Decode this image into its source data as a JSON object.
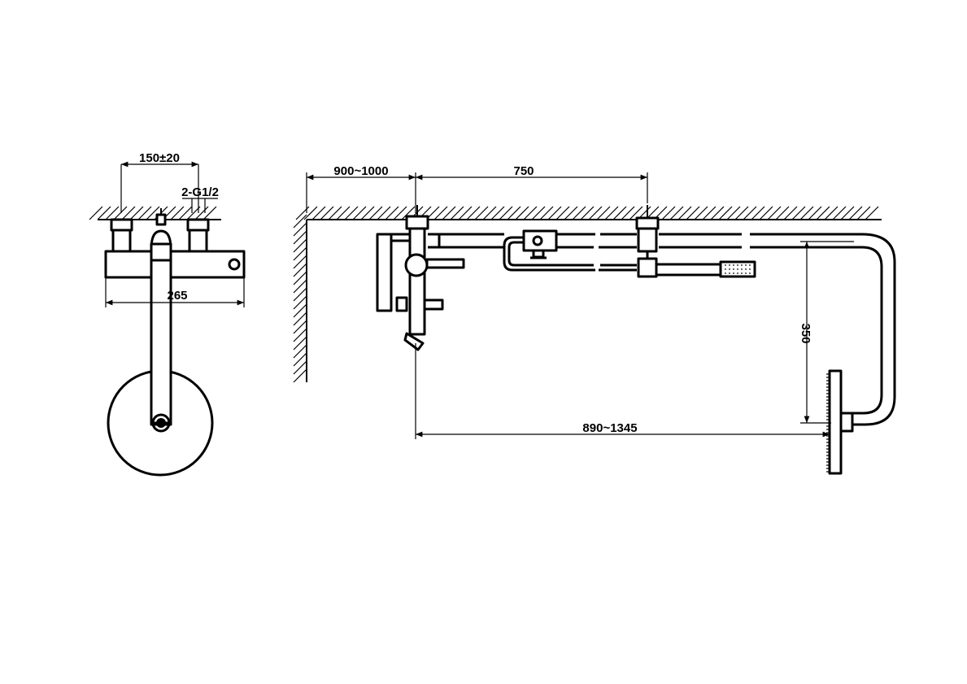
{
  "dimensions": {
    "inlet_spacing": "150±20",
    "thread_spec": "2-G1/2",
    "body_width": "265",
    "spout_reach": "900~1000",
    "bar_spacing": "750",
    "head_height": "350",
    "arm_reach": "890~1345"
  },
  "colors": {
    "line": "#000000",
    "background": "#ffffff"
  }
}
